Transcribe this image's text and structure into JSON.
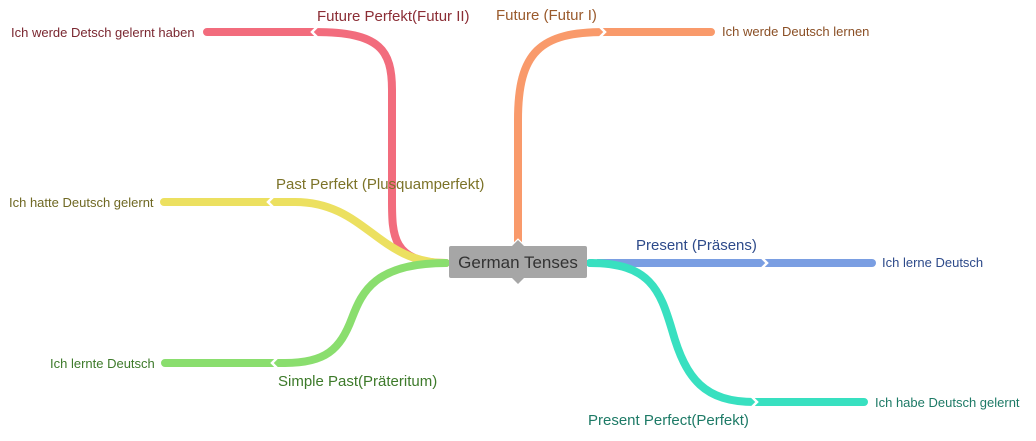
{
  "center": {
    "label": "German Tenses"
  },
  "branches": [
    {
      "id": "futur2",
      "label": "Future Perfekt(Futur II)",
      "leaf": "Ich werde Detsch gelernt haben",
      "color": "#f26c7d",
      "label_color": "#8b2d35",
      "leaf_color": "#7a2730"
    },
    {
      "id": "futur1",
      "label": "Future (Futur I)",
      "leaf": "Ich werde Deutsch lernen",
      "color": "#f99a6b",
      "label_color": "#9a5a2c",
      "leaf_color": "#8a4f25"
    },
    {
      "id": "plusquam",
      "label": "Past Perfekt (Plusquamperfekt)",
      "leaf": "Ich hatte Deutsch gelernt",
      "color": "#ece060",
      "label_color": "#7c7328",
      "leaf_color": "#6f6823"
    },
    {
      "id": "praesens",
      "label": "Present (Präsens)",
      "leaf": "Ich lerne Deutsch",
      "color": "#7a9ee2",
      "label_color": "#2d4a8a",
      "leaf_color": "#2d4a8a"
    },
    {
      "id": "praeteritum",
      "label": "Simple Past(Präteritum)",
      "leaf": "Ich lernte Deutsch",
      "color": "#8ade6e",
      "label_color": "#3d7a2a",
      "leaf_color": "#3d7a2a"
    },
    {
      "id": "perfekt",
      "label": "Present Perfect(Perfekt)",
      "leaf": "Ich habe Deutsch gelernt",
      "color": "#38e0c0",
      "label_color": "#1d7a66",
      "leaf_color": "#1d7a66"
    }
  ]
}
